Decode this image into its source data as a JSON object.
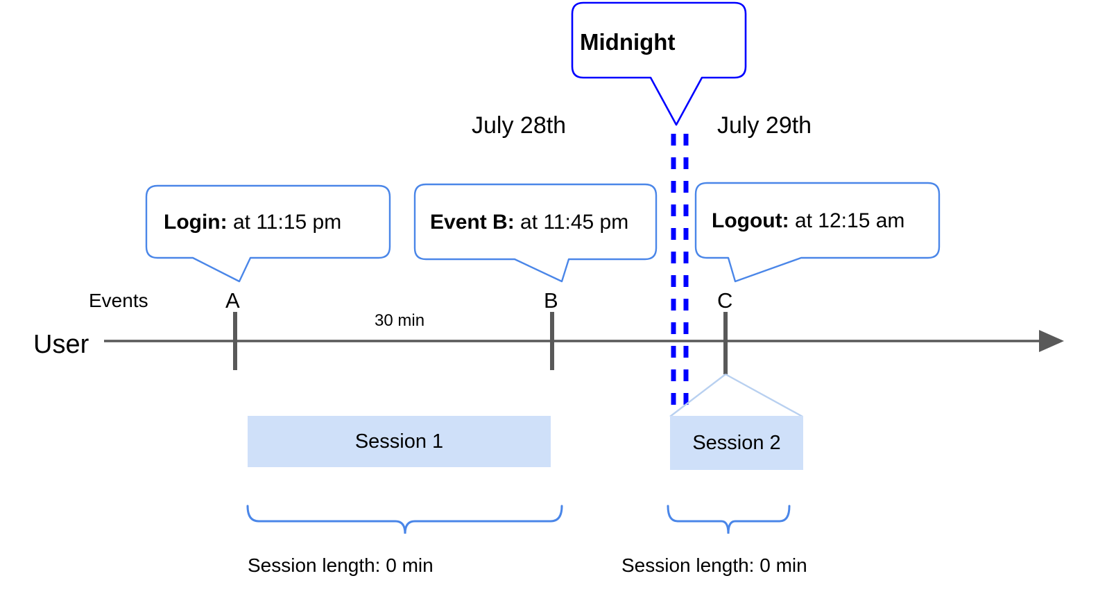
{
  "diagram": {
    "title_callout": {
      "label": "Midnight"
    },
    "dates": [
      {
        "label": "July 28th"
      },
      {
        "label": "July 29th"
      }
    ],
    "event_callouts": [
      {
        "name": "Login:",
        "detail": " at 11:15 pm"
      },
      {
        "name": "Event B:",
        "detail": " at 11:45 pm"
      },
      {
        "name": "Logout:",
        "detail": " at 12:15 am"
      }
    ],
    "axis": {
      "row_label": "User",
      "events_label": "Events",
      "event_letters": [
        "A",
        "B",
        "C"
      ],
      "gap_label": "30 min"
    },
    "sessions": [
      {
        "label": "Session 1",
        "length_label": "Session length: 0 min"
      },
      {
        "label": "Session 2",
        "length_label": "Session length: 0 min"
      }
    ]
  },
  "colors": {
    "midnight_blue": "#0000ff",
    "callout_blue": "#4a86e8",
    "session_fill": "#cfe0f9",
    "axis_gray": "#595959",
    "tick_gray": "#595959"
  }
}
